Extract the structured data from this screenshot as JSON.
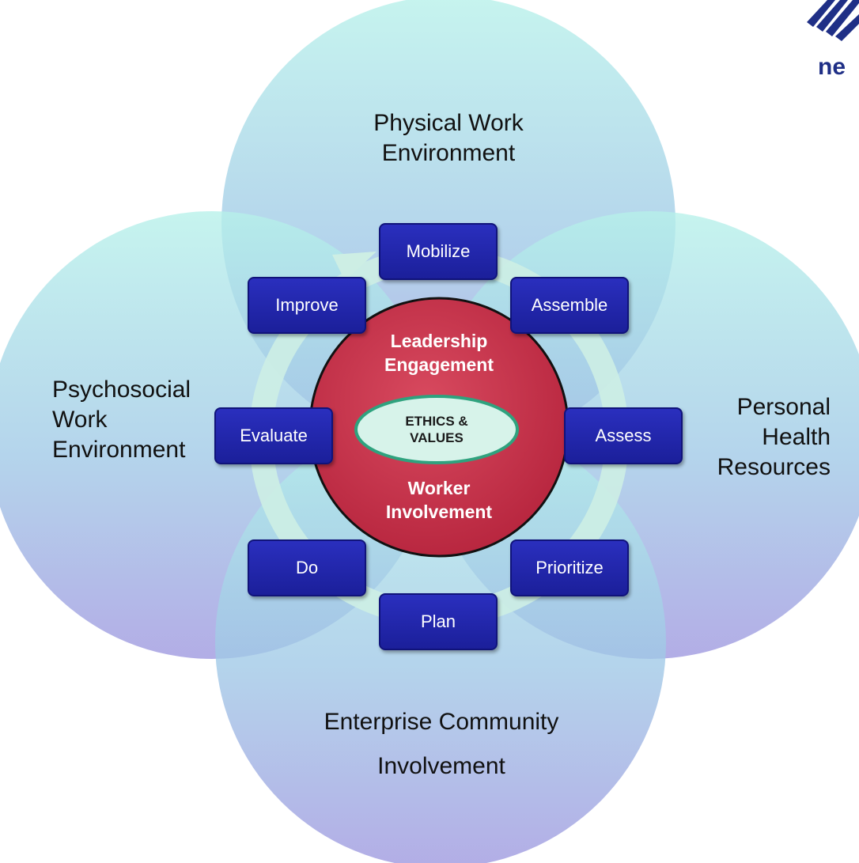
{
  "domains": {
    "physical": [
      "Physical Work",
      "Environment"
    ],
    "psychosocial": [
      "Psychosocial",
      "Work",
      "Environment"
    ],
    "personal": [
      "Personal",
      "Health",
      "Resources"
    ],
    "enterprise": [
      "Enterprise Community",
      "Involvement"
    ]
  },
  "cycle_steps": [
    "Mobilize",
    "Assemble",
    "Assess",
    "Prioritize",
    "Plan",
    "Do",
    "Evaluate",
    "Improve"
  ],
  "core": {
    "leadership": [
      "Leadership",
      "Engagement"
    ],
    "worker": [
      "Worker",
      "Involvement"
    ],
    "ethics": [
      "ETHICS &",
      "VALUES"
    ]
  },
  "logo_text": "ne",
  "colors": {
    "circle_top": "#b6f1ea",
    "circle_bottom": "#9d96df",
    "step_box": "#1f23a8",
    "core_red": "#c8324c",
    "ethics_fill": "#d7f3ea",
    "ethics_stroke": "#2fa27e",
    "ring": "#cdeee4",
    "logo_blue": "#1f2f86"
  }
}
